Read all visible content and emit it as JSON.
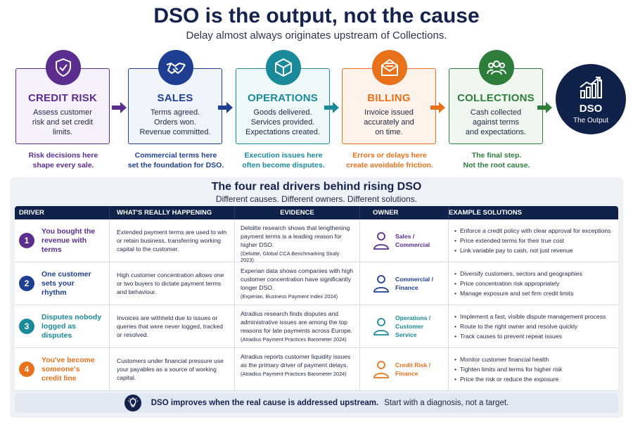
{
  "header": {
    "title": "DSO is the output, not the cause",
    "subtitle": "Delay almost always originates upstream of Collections."
  },
  "stages": [
    {
      "name": "CREDIT RISK",
      "color": "#5b2d8e",
      "icon": "shield-check-icon",
      "desc": [
        "Assess customer",
        "risk and set credit",
        "limits."
      ],
      "note": [
        "Risk decisions here",
        "shape every sale."
      ]
    },
    {
      "name": "SALES",
      "color": "#1f3f93",
      "icon": "handshake-icon",
      "desc": [
        "Terms agreed.",
        "Orders won.",
        "Revenue committed."
      ],
      "note": [
        "Commercial terms here",
        "set the foundation for DSO."
      ]
    },
    {
      "name": "OPERATIONS",
      "color": "#1a8a9a",
      "icon": "box-icon",
      "desc": [
        "Goods delivered.",
        "Services provided.",
        "Expectations created."
      ],
      "note": [
        "Execution issues here",
        "often become disputes."
      ]
    },
    {
      "name": "BILLING",
      "color": "#e8711b",
      "icon": "invoice-icon",
      "desc": [
        "Invoice issued",
        "accurately and",
        "on time."
      ],
      "note": [
        "Errors or delays here",
        "create avoidable friction."
      ]
    },
    {
      "name": "COLLECTIONS",
      "color": "#2e7d3a",
      "icon": "team-icon",
      "desc": [
        "Cash collected",
        "against terms",
        "and expectations."
      ],
      "note": [
        "The final step.",
        "Not the root cause."
      ]
    }
  ],
  "dso": {
    "label": "DSO",
    "sub": "The Output",
    "icon": "chart-growth-icon"
  },
  "drivers": {
    "title": "The four real drivers behind rising DSO",
    "subtitle": "Different causes. Different owners. Different solutions.",
    "columns": [
      "DRIVER",
      "WHAT'S REALLY HAPPENING",
      "EVIDENCE",
      "OWNER",
      "EXAMPLE SOLUTIONS"
    ],
    "rows": [
      {
        "num": "1",
        "color": "#5b2d8e",
        "driver": [
          "You bought the",
          "revenue with",
          "terms"
        ],
        "happening": "Extended payment terms are used to win or retain business, transferring working capital to the customer.",
        "evidence": "Deloitte research shows that lengthening payment terms is a leading reason for higher DSO.",
        "source": "(Deloitte, Global CCA Benchmarking Study 2023)",
        "owner": [
          "Sales /",
          "Commercial"
        ],
        "solutions": [
          "Enforce a credit policy with clear approval for exceptions",
          "Price extended terms for their true cost",
          "Link variable pay to cash, not just revenue"
        ]
      },
      {
        "num": "2",
        "color": "#1f3f93",
        "driver": [
          "One customer",
          "sets your",
          "rhythm"
        ],
        "happening": "High customer concentration allows one or two buyers to dictate payment terms and behaviour.",
        "evidence": "Experian data shows companies with high customer concentration have significantly longer DSO.",
        "source": "(Experian, Business Payment Index 2024)",
        "owner": [
          "Commercial /",
          "Finance"
        ],
        "solutions": [
          "Diversify customers, sectors and geographies",
          "Price concentration risk appropriately",
          "Manage exposure and set firm credit limits"
        ]
      },
      {
        "num": "3",
        "color": "#1a8a9a",
        "driver": [
          "Disputes nobody",
          "logged as",
          "disputes"
        ],
        "happening": "Invoices are withheld due to issues or queries that were never logged, tracked or resolved.",
        "evidence": "Atradius research finds disputes and administrative issues are among the top reasons for late payments across Europe.",
        "source": "(Atradius Payment Practices Barometer 2024)",
        "owner": [
          "Operations /",
          "Customer Service"
        ],
        "solutions": [
          "Implement a fast, visible dispute management process",
          "Route to the right owner and resolve quickly",
          "Track causes to prevent repeat issues"
        ]
      },
      {
        "num": "4",
        "color": "#e8711b",
        "driver": [
          "You've become",
          "someone's",
          "credit line"
        ],
        "happening": "Customers under financial pressure use your payables as a source of working capital.",
        "evidence": "Atradius reports customer liquidity issues as the primary driver of payment delays.",
        "source": "(Atradius Payment Practices Barometer 2024)",
        "owner": [
          "Credit Risk /",
          "Finance"
        ],
        "solutions": [
          "Monitor customer financial health",
          "Tighten limits and terms for higher risk",
          "Price the risk or reduce the exposure"
        ]
      }
    ]
  },
  "footer": {
    "icon": "lightbulb-icon",
    "strong": "DSO improves when the real cause is addressed upstream.",
    "rest": "Start with a diagnosis, not a target."
  }
}
